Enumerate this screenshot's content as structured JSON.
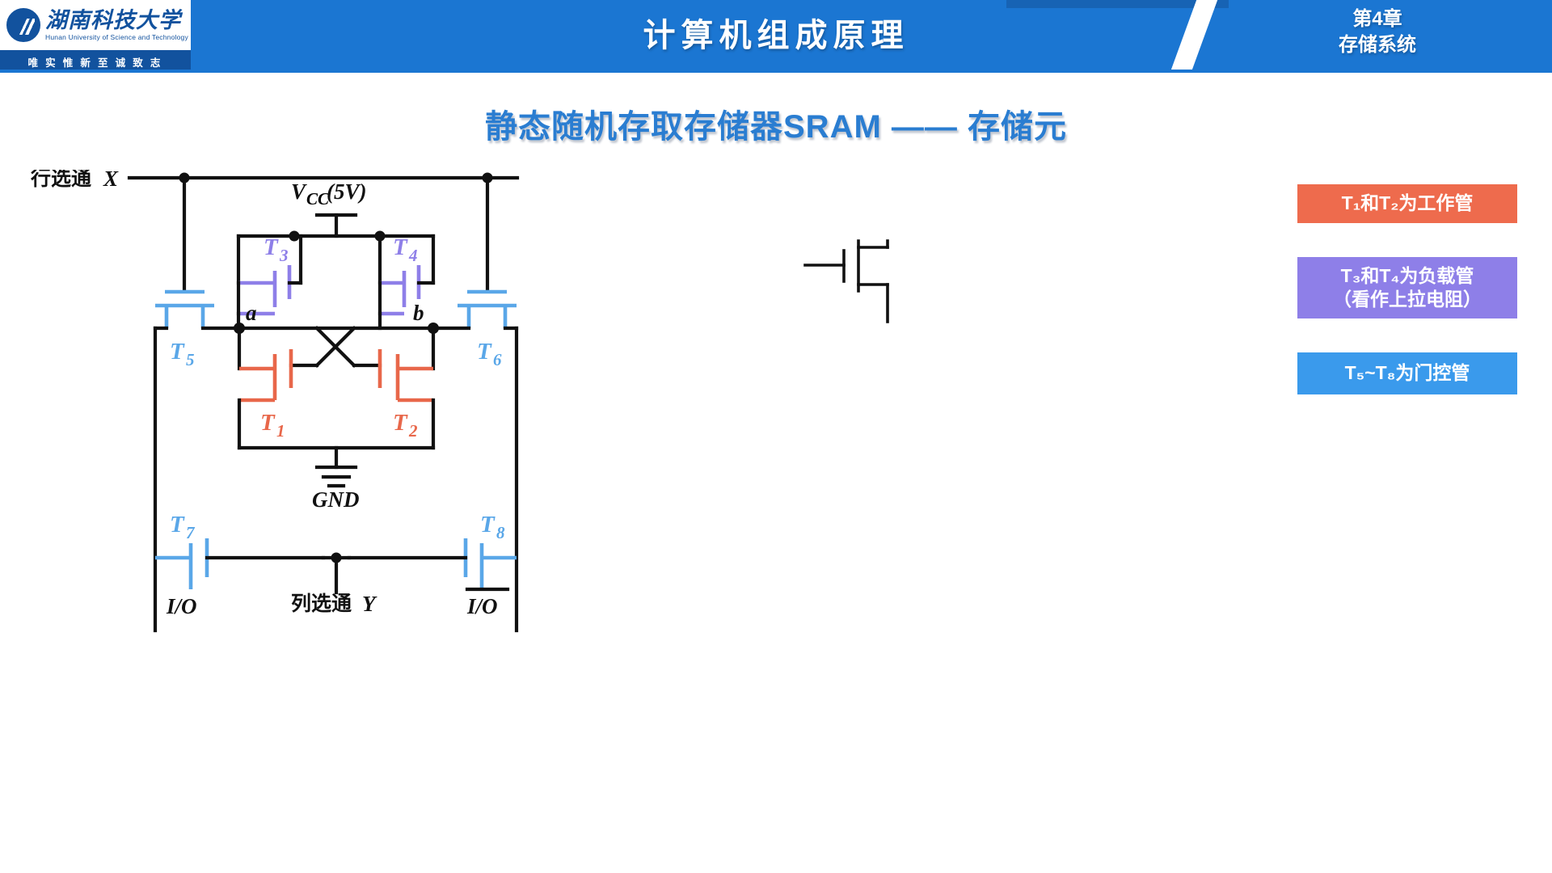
{
  "header": {
    "logo_cn": "湖南科技大学",
    "logo_en": "Hunan University of Science and Technology",
    "logo_motto": "唯 实 惟 新     至 诚 致 志",
    "course_title": "计算机组成原理",
    "chapter_line1": "第4章",
    "chapter_line2": "存储系统",
    "bar_color": "#1b76d2",
    "logo_blue": "#12529e"
  },
  "page_title": "静态随机存取存储器SRAM —— 存储元",
  "circuit": {
    "labels": {
      "row_select": "行选通",
      "row_select_var": "X",
      "col_select": "列选通",
      "col_select_var": "Y",
      "vcc": "V",
      "vcc_sub": "CC",
      "vcc_value": "(5V)",
      "gnd": "GND",
      "node_a": "a",
      "node_b": "b",
      "io": "I/O",
      "io_bar": "I/O"
    },
    "transistors": [
      {
        "id": "T1",
        "name": "T",
        "sub": "1",
        "color": "#e8674a"
      },
      {
        "id": "T2",
        "name": "T",
        "sub": "2",
        "color": "#e8674a"
      },
      {
        "id": "T3",
        "name": "T",
        "sub": "3",
        "color": "#8e7fe8"
      },
      {
        "id": "T4",
        "name": "T",
        "sub": "4",
        "color": "#8e7fe8"
      },
      {
        "id": "T5",
        "name": "T",
        "sub": "5",
        "color": "#5aa7e8"
      },
      {
        "id": "T6",
        "name": "T",
        "sub": "6",
        "color": "#5aa7e8"
      },
      {
        "id": "T7",
        "name": "T",
        "sub": "7",
        "color": "#5aa7e8"
      },
      {
        "id": "T8",
        "name": "T",
        "sub": "8",
        "color": "#5aa7e8"
      }
    ]
  },
  "badges": [
    {
      "id": "badge-0",
      "line1": "T₁和T₂为工作管",
      "line2": "",
      "color": "#ee6b4d"
    },
    {
      "id": "badge-1",
      "line1": "T₃和T₄为负载管",
      "line2": "（看作上拉电阻）",
      "color": "#8e7fe8"
    },
    {
      "id": "badge-2",
      "line1": "T₅~T₈为门控管",
      "line2": "",
      "color": "#3a9aec"
    }
  ]
}
